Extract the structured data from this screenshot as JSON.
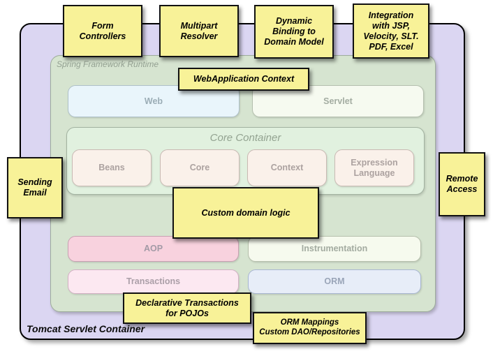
{
  "labels": {
    "tomcat": "Tomcat Servlet Container",
    "spring_runtime": "Spring Framework Runtime"
  },
  "blocks": {
    "web": "Web",
    "servlet": "Servlet",
    "core_container_title": "Core Container",
    "beans": "Beans",
    "core": "Core",
    "context": "Context",
    "expression_language": "Expression\nLanguage",
    "aop": "AOP",
    "instrumentation": "Instrumentation",
    "transactions": "Transactions",
    "orm": "ORM"
  },
  "notes": [
    {
      "id": "form-controllers",
      "label": "Form\nControllers"
    },
    {
      "id": "multipart-resolver",
      "label": "Multipart\nResolver"
    },
    {
      "id": "dynamic-binding",
      "label": "Dynamic\nBinding to\nDomain Model"
    },
    {
      "id": "integration-views",
      "label": "Integration\nwith JSP,\nVelocity, SLT.\nPDF, Excel"
    },
    {
      "id": "webapplication-context",
      "label": "WebApplication Context"
    },
    {
      "id": "sending-email",
      "label": "Sending\nEmail"
    },
    {
      "id": "remote-access",
      "label": "Remote\nAccess"
    },
    {
      "id": "custom-domain-logic",
      "label": "Custom domain logic"
    },
    {
      "id": "declarative-transactions",
      "label": "Declarative Transactions\nfor POJOs"
    },
    {
      "id": "orm-mappings",
      "label": "ORM Mappings\nCustom DAO/Repositories"
    }
  ],
  "colors": {
    "outer_container_fill": "#dbd6f2",
    "runtime_fill": "#d6e4d0",
    "core_container_fill": "#e1f1df",
    "web_fill": "#e9f5fb",
    "servlet_fill": "#f6faf0",
    "beans_row_fill": "#faf1ea",
    "aop_fill": "#f8d2de",
    "instrumentation_fill": "#f6faee",
    "transactions_fill": "#fce8f1",
    "orm_fill": "#e7edf8",
    "note_fill": "#f8f298",
    "note_border": "#111111",
    "muted_label": "#94a192"
  }
}
